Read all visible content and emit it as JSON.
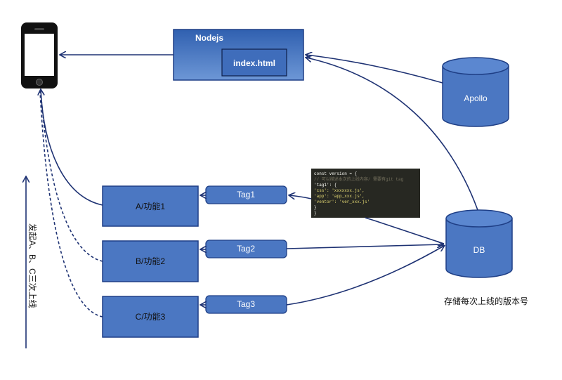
{
  "nodejs": {
    "label": "Nodejs",
    "inner_label": "index.html"
  },
  "apollo": {
    "label": "Apollo"
  },
  "db": {
    "label": "DB",
    "caption": "存储每次上线的版本号"
  },
  "features": [
    {
      "label": "A/功能1",
      "tag": "Tag1"
    },
    {
      "label": "B/功能2",
      "tag": "Tag2"
    },
    {
      "label": "C/功能3",
      "tag": "Tag3"
    }
  ],
  "vertical_note": "发起A、B、C三次上线",
  "code": {
    "line1": "const version = {",
    "line2": "  // 可以描述本次的上线内容/ 需要有git tag",
    "line3": "  'tag1': {",
    "line4": "    'css': 'xxxxxxx.js',",
    "line5": "    'app': 'app_xxx.js',",
    "line6": "    'ventor':  'ver_xxx.js'",
    "line7": "  }",
    "line8": "}"
  },
  "colors": {
    "box_fill": "#4b77c2",
    "box_stroke": "#1f3f86",
    "arrow": "#1e3273",
    "code_bg": "#272822"
  }
}
